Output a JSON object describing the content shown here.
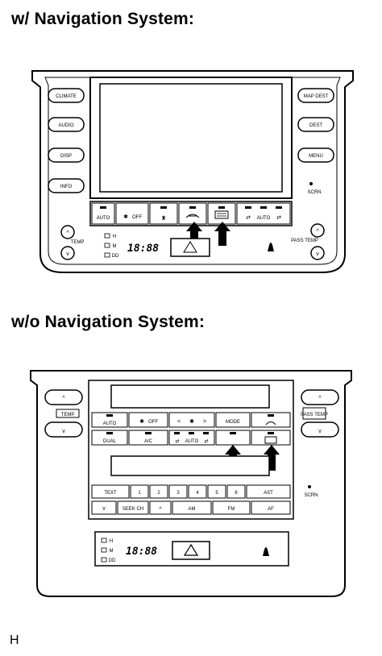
{
  "headings": {
    "with_nav": "w/ Navigation System:",
    "without_nav": "w/o Navigation System:"
  },
  "footer_code": "H",
  "with_nav_panel": {
    "left_buttons": [
      "CLIMATE",
      "AUDIO",
      "DISP",
      "INFO"
    ],
    "right_buttons": [
      "MAP DEST",
      "DEST",
      "MENU"
    ],
    "right_small_label": "SCRN",
    "temp_label": "TEMP",
    "right_temp_label": "PASS TEMP",
    "hvac_buttons": [
      "AUTO",
      "OFF",
      "",
      "",
      "",
      "",
      "AUTO",
      ""
    ],
    "display_time": "18:88",
    "indicators": [
      "H",
      "M",
      "DD"
    ]
  },
  "without_nav_panel": {
    "temp_label": "TEMP",
    "right_temp_label": "PASS TEMP",
    "row1_buttons": [
      "AUTO",
      "OFF",
      "<",
      ">",
      "MODE",
      ""
    ],
    "row2_buttons": [
      "DUAL",
      "A/C",
      "",
      "AUTO",
      "",
      ""
    ],
    "preset_buttons": [
      "TEXT",
      "1",
      "2",
      "3",
      "4",
      "5",
      "6",
      "AST"
    ],
    "bottom_buttons": [
      "",
      "SEEK CH",
      "",
      "AM",
      "FM",
      "AF"
    ],
    "right_small_label": "SCRN",
    "display_time": "18:88",
    "indicators": [
      "H",
      "M",
      "DD"
    ]
  },
  "colors": {
    "line": "#000000",
    "fill": "#ffffff",
    "shade": "#d8d8d8"
  }
}
